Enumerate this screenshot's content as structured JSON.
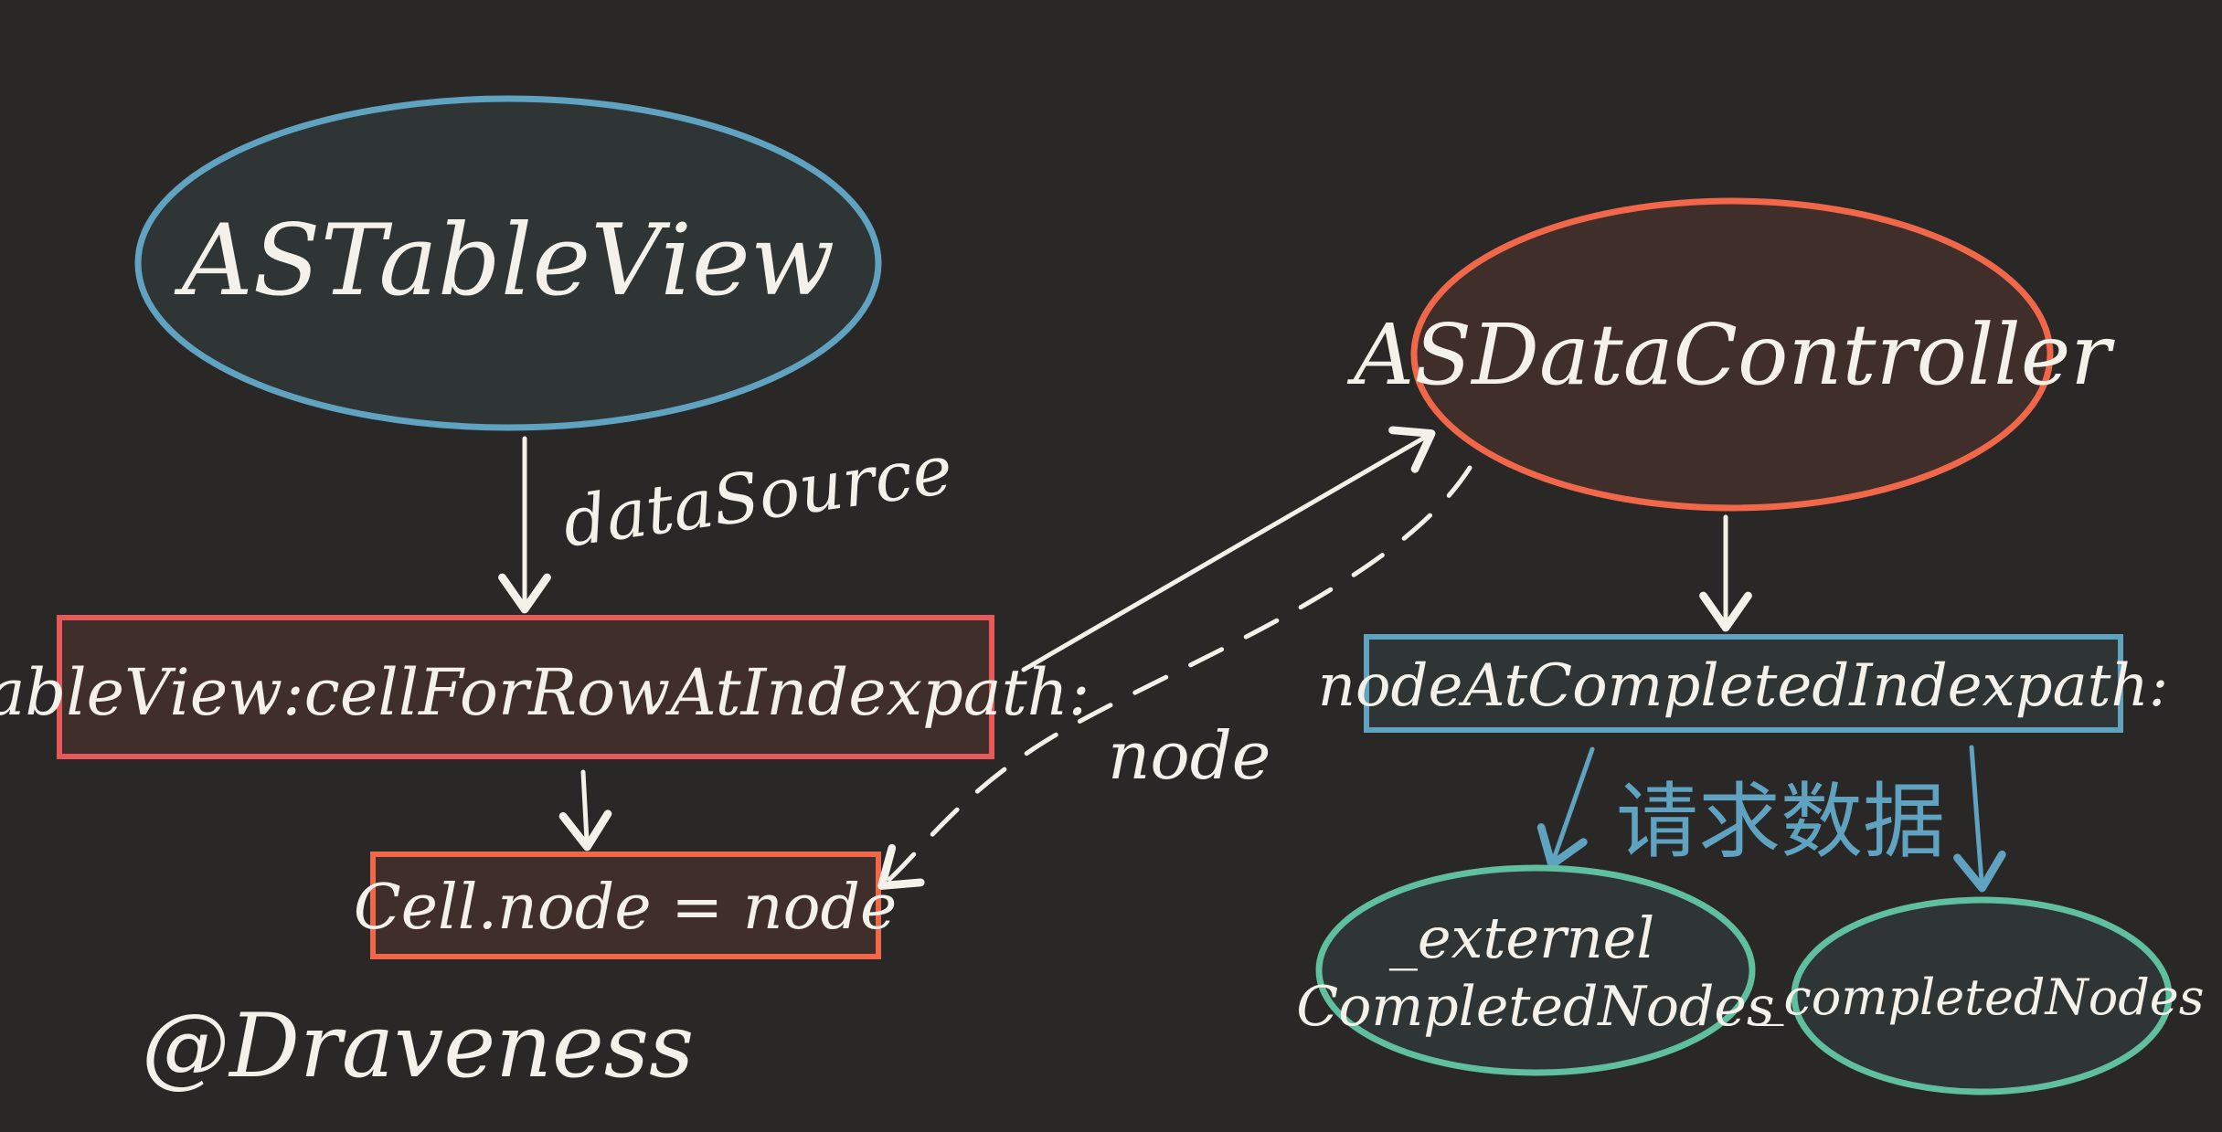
{
  "nodes": {
    "astableview": {
      "label": "ASTableView"
    },
    "asdatacontroller": {
      "label": "ASDataController"
    },
    "cell_for_row": {
      "label": "tableView:cellForRowAtIndexpath:"
    },
    "cellnode_assign": {
      "label": "Cell.node = node"
    },
    "node_at_completed": {
      "label": "nodeAtCompletedIndexpath:"
    },
    "external_completed": {
      "label_line1": "_externel",
      "label_line2": "CompletedNodes"
    },
    "completed_nodes": {
      "label": "_completedNodes"
    }
  },
  "edges": {
    "datasource": {
      "label": "dataSource"
    },
    "node_return": {
      "label": "node"
    },
    "request_data": {
      "label": "请求数据"
    }
  },
  "signature": "@Draveness",
  "colors": {
    "background": "#2a2826",
    "text": "#f4f1ea",
    "blue": "#5fa3c1",
    "orange": "#f0674a",
    "red": "#e85a5a",
    "teal": "#5fbf9f",
    "dark_fill": "#2f3534",
    "brown_fill": "#3f2e29"
  }
}
